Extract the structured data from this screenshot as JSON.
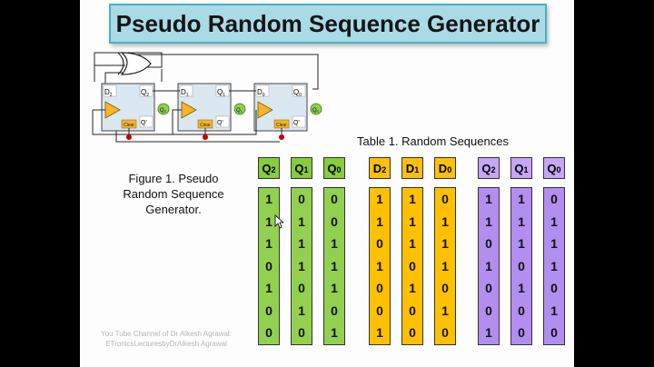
{
  "title": "Pseudo Random Sequence Generator",
  "figure_caption": "Figure 1. Pseudo Random Sequence Generator.",
  "table_caption": "Table 1. Random Sequences",
  "circuit": {
    "flipflops": [
      {
        "d": "D",
        "d_sub": "2",
        "q": "Q",
        "q_sub": "2",
        "qbar": "Q'",
        "clear": "Clear",
        "out": "Q",
        "out_sub": "2"
      },
      {
        "d": "D",
        "d_sub": "1",
        "q": "Q",
        "q_sub": "1",
        "qbar": "Q'",
        "clear": "Clear",
        "out": "Q",
        "out_sub": "1"
      },
      {
        "d": "D",
        "d_sub": "0",
        "q": "Q",
        "q_sub": "0",
        "qbar": "Q'",
        "clear": "Clear",
        "out": "Q",
        "out_sub": "0"
      }
    ]
  },
  "table": {
    "groups": [
      {
        "color": "green",
        "headers": [
          {
            "letter": "Q",
            "sub": "2"
          },
          {
            "letter": "Q",
            "sub": "1"
          },
          {
            "letter": "Q",
            "sub": "0"
          }
        ],
        "columns": [
          [
            "1",
            "1",
            "1",
            "0",
            "1",
            "0",
            "0"
          ],
          [
            "0",
            "1",
            "1",
            "1",
            "0",
            "1",
            "0"
          ],
          [
            "0",
            "0",
            "1",
            "1",
            "1",
            "0",
            "1"
          ]
        ]
      },
      {
        "color": "yellow",
        "headers": [
          {
            "letter": "D",
            "sub": "2"
          },
          {
            "letter": "D",
            "sub": "1"
          },
          {
            "letter": "D",
            "sub": "0"
          }
        ],
        "columns": [
          [
            "1",
            "1",
            "0",
            "1",
            "0",
            "0",
            "1"
          ],
          [
            "1",
            "1",
            "1",
            "0",
            "1",
            "0",
            "0"
          ],
          [
            "0",
            "1",
            "1",
            "1",
            "0",
            "1",
            "0"
          ]
        ]
      },
      {
        "color": "purple",
        "headers": [
          {
            "letter": "Q",
            "sub": "2"
          },
          {
            "letter": "Q",
            "sub": "1"
          },
          {
            "letter": "Q",
            "sub": "0"
          }
        ],
        "columns": [
          [
            "1",
            "1",
            "0",
            "1",
            "0",
            "0",
            "1"
          ],
          [
            "1",
            "1",
            "1",
            "0",
            "1",
            "0",
            "0"
          ],
          [
            "0",
            "1",
            "1",
            "1",
            "0",
            "1",
            "0"
          ]
        ]
      }
    ]
  },
  "watermark": {
    "line1": "You Tube Channel of Dr Alkesh Agrawal:",
    "line2": "ETronicsLecturesbyDrAlkesh Agrawal"
  },
  "colors": {
    "green": "#92d050",
    "yellow": "#ffc000",
    "purple": "#b18ef0",
    "title_bg": "#a8dbe6",
    "title_border": "#48b0c4"
  }
}
